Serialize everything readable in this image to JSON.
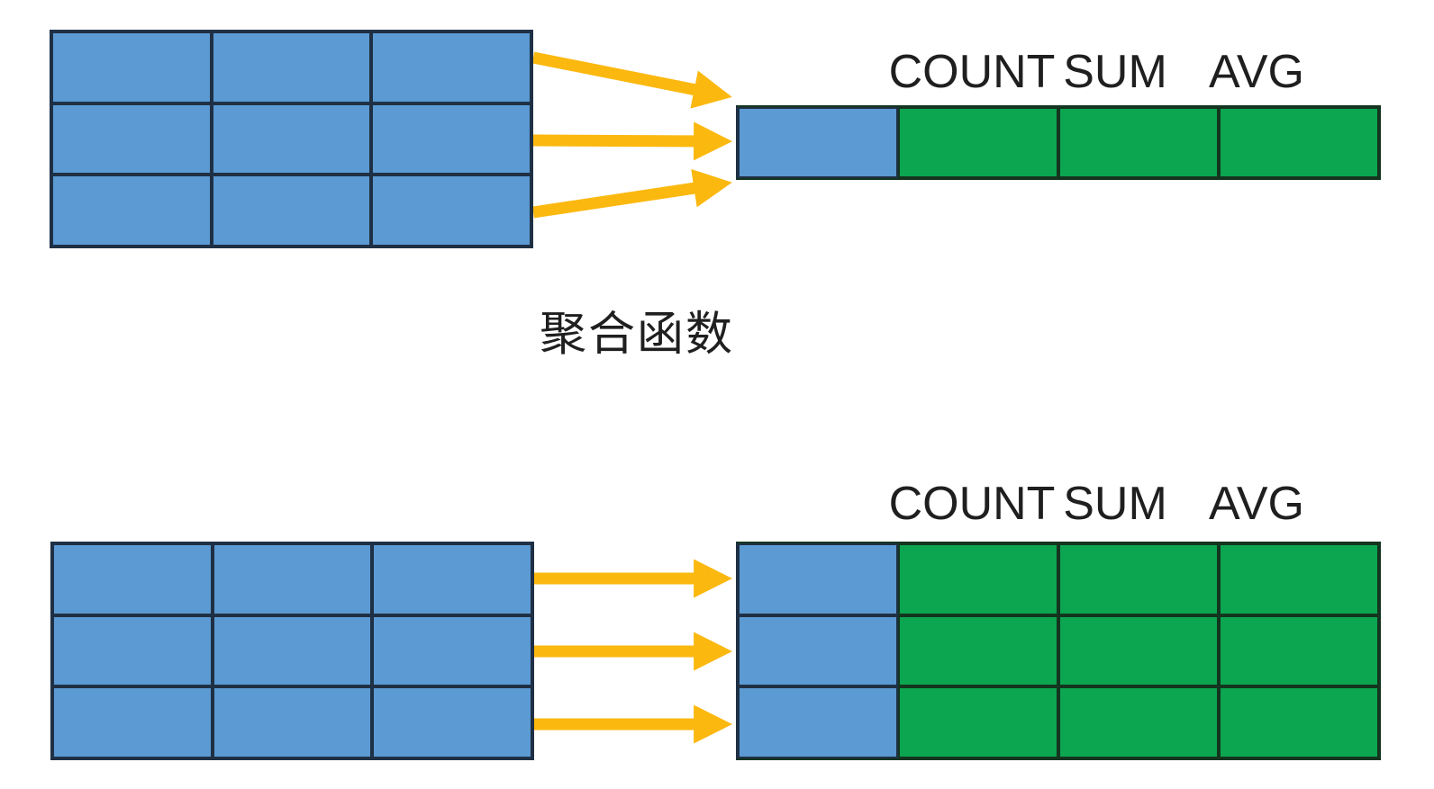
{
  "diagram": {
    "caption": "聚合函数",
    "colors": {
      "cell_blue": "#5B9AD3",
      "cell_green": "#0BA64F",
      "arrow_yellow": "#FBB80F",
      "blue_border": "#1F3044",
      "green_border": "#14351F",
      "text": "#1F1F1F",
      "background": "#FFFFFF"
    },
    "top_panel": {
      "result_labels": [
        "COUNT",
        "SUM",
        "AVG"
      ],
      "source_table": {
        "rows": 3,
        "cols": 3,
        "pattern": "all-blue"
      },
      "result_table": {
        "rows": 1,
        "cols": 4,
        "pattern": "first-blue-rest-green"
      },
      "arrow_style": "converging"
    },
    "bottom_panel": {
      "result_labels": [
        "COUNT",
        "SUM",
        "AVG"
      ],
      "source_table": {
        "rows": 3,
        "cols": 3,
        "pattern": "all-blue"
      },
      "result_table": {
        "rows": 3,
        "cols": 4,
        "pattern": "first-blue-rest-green"
      },
      "arrow_style": "parallel"
    }
  }
}
